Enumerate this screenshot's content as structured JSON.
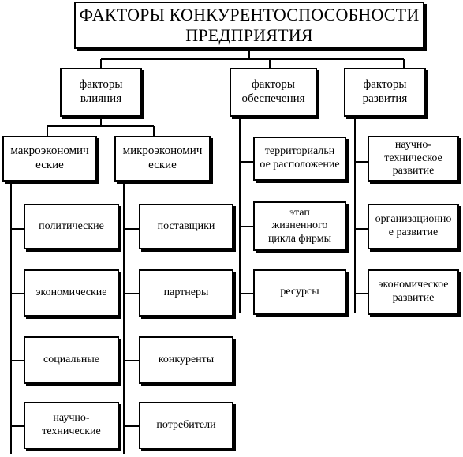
{
  "title": "ФАКТОРЫ КОНКУРЕНТОСПОСОБНОСТИ\nПРЕДПРИЯТИЯ",
  "groups": {
    "influence": "факторы\nвлияния",
    "provision": "факторы\nобеспечения",
    "development": "факторы\nразвития"
  },
  "subgroups": {
    "macro": "макроэкономич\nеские",
    "micro": "микроэкономич\nеские"
  },
  "macro_items": [
    "политические",
    "экономические",
    "социальные",
    "научно-\nтехнические"
  ],
  "micro_items": [
    "поставщики",
    "партнеры",
    "конкуренты",
    "потребители"
  ],
  "provision_items": [
    "территориальн\nое расположение",
    "этап\nжизненного\nцикла фирмы",
    "ресурсы"
  ],
  "development_items": [
    "научно-\nтехническое\nразвитие",
    "организационно\nе развитие",
    "экономическое\nразвитие"
  ]
}
